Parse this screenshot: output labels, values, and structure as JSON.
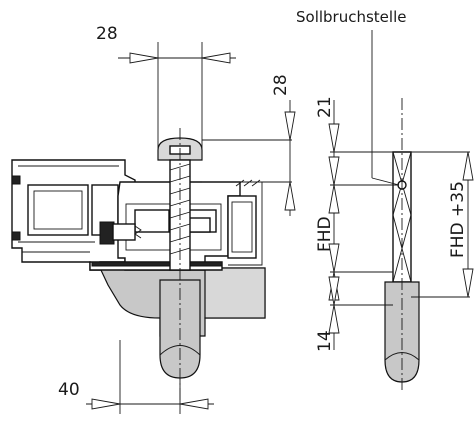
{
  "labels": {
    "dim_top_width": "28",
    "dim_top_height": "28",
    "dim_bottom_width": "40",
    "dim_21": "21",
    "dim_14": "14",
    "fhd": "FHD",
    "fhd_plus": "FHD +35",
    "break_point": "Sollbruchstelle"
  }
}
